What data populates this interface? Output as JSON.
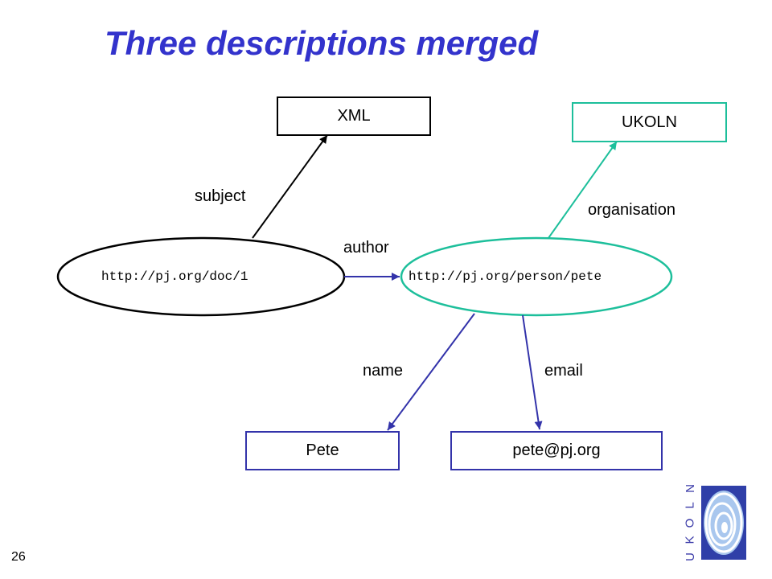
{
  "slide": {
    "title": "Three descriptions merged",
    "page_number": "26"
  },
  "nodes": {
    "doc": "http://pj.org/doc/1",
    "person": "http://pj.org/person/pete"
  },
  "boxes": {
    "subject_value": "XML",
    "organisation_value": "UKOLN",
    "name_value": "Pete",
    "email_value": "pete@pj.org"
  },
  "edges": {
    "subject": "subject",
    "author": "author",
    "organisation": "organisation",
    "name": "name",
    "email": "email"
  },
  "logo": {
    "letters": [
      "U",
      "K",
      "O",
      "L",
      "N"
    ]
  },
  "colors": {
    "title": "#3333cc",
    "black": "#000000",
    "teal": "#1dbf9b",
    "blue": "#3333aa"
  }
}
